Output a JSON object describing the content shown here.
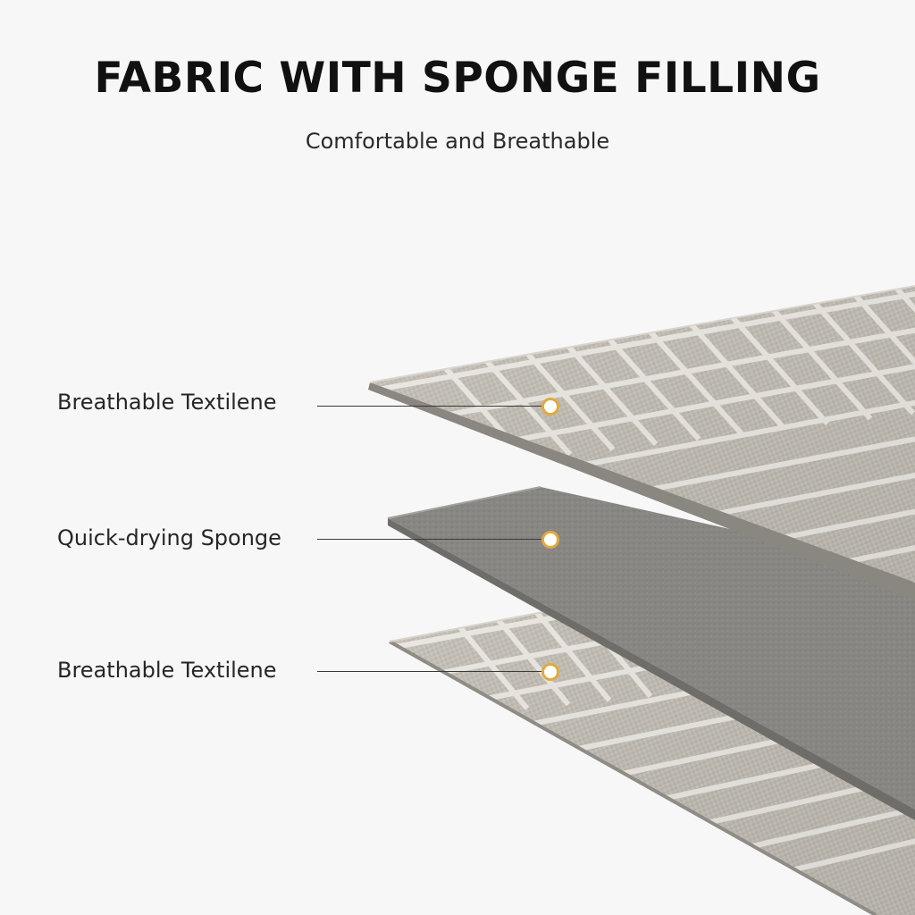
{
  "heading": {
    "title": "FABRIC WITH SPONGE FILLING",
    "subtitle": "Comfortable and Breathable"
  },
  "callouts": [
    {
      "label": "Breathable Textilene"
    },
    {
      "label": "Quick-drying Sponge"
    },
    {
      "label": "Breathable Textilene"
    }
  ],
  "colors": {
    "background": "#f7f7f7",
    "fabric": "#c2bdb4",
    "fabric_edge": "#8f8b85",
    "stripe": "#ebe8e2",
    "sponge": "#8e8c88",
    "marker_ring": "#e0aa3e",
    "text": "#262626"
  }
}
